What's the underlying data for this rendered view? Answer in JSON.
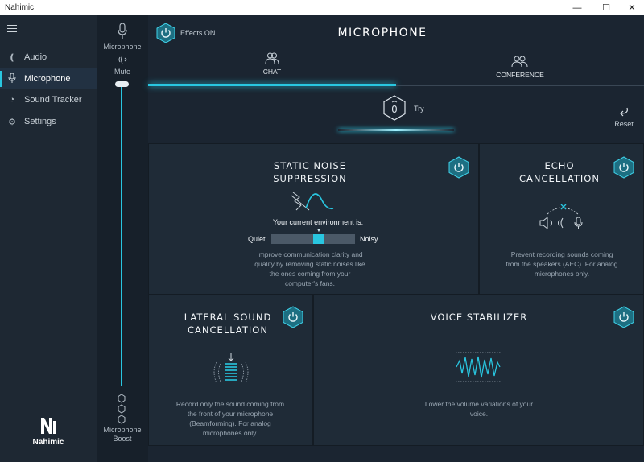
{
  "window": {
    "title": "Nahimic",
    "minimize": "—",
    "maximize": "☐",
    "close": "✕"
  },
  "sidebar": {
    "items": [
      {
        "label": "Audio",
        "icon": "audio-icon",
        "glyph": "❪"
      },
      {
        "label": "Microphone",
        "icon": "microphone-icon",
        "glyph": "🎙"
      },
      {
        "label": "Sound Tracker",
        "icon": "sound-tracker-icon",
        "glyph": "◔"
      },
      {
        "label": "Settings",
        "icon": "gear-icon",
        "glyph": "⚙"
      }
    ],
    "active": "Microphone",
    "logo_text": "Nahimic"
  },
  "mic_column": {
    "microphone_label": "Microphone",
    "mute_label": "Mute",
    "boost_label_1": "Microphone",
    "boost_label_2": "Boost",
    "volume_level": 1.0
  },
  "header": {
    "effects_label": "Effects ON",
    "title": "MICROPHONE",
    "tabs": [
      {
        "label": "CHAT",
        "active": true
      },
      {
        "label": "CONFERENCE",
        "active": false
      }
    ]
  },
  "try": {
    "label": "Try",
    "icon_digit": "0",
    "reset_label": "Reset"
  },
  "panels": {
    "static_noise": {
      "title_1": "STATIC NOISE",
      "title_2": "SUPPRESSION",
      "env_label": "Your current environment is:",
      "quiet": "Quiet",
      "noisy": "Noisy",
      "level": 0.57,
      "desc": [
        "Improve communication clarity and",
        "quality by removing static noises like",
        "the ones coming from your",
        "computer's fans."
      ]
    },
    "echo": {
      "title_1": "ECHO",
      "title_2": "CANCELLATION",
      "desc": [
        "Prevent recording sounds coming",
        "from the speakers (AEC). For analog",
        "microphones only."
      ]
    },
    "lateral": {
      "title_1": "LATERAL SOUND",
      "title_2": "CANCELLATION",
      "desc": [
        "Record only the sound coming from",
        "the front of your microphone",
        "(Beamforming). For analog",
        "microphones only."
      ]
    },
    "voice": {
      "title": "VOICE STABILIZER",
      "desc": [
        "Lower the volume variations of your",
        "voice."
      ]
    }
  },
  "colors": {
    "accent": "#29c6e0",
    "background": "#1b2531",
    "panel": "#1f2b37"
  }
}
